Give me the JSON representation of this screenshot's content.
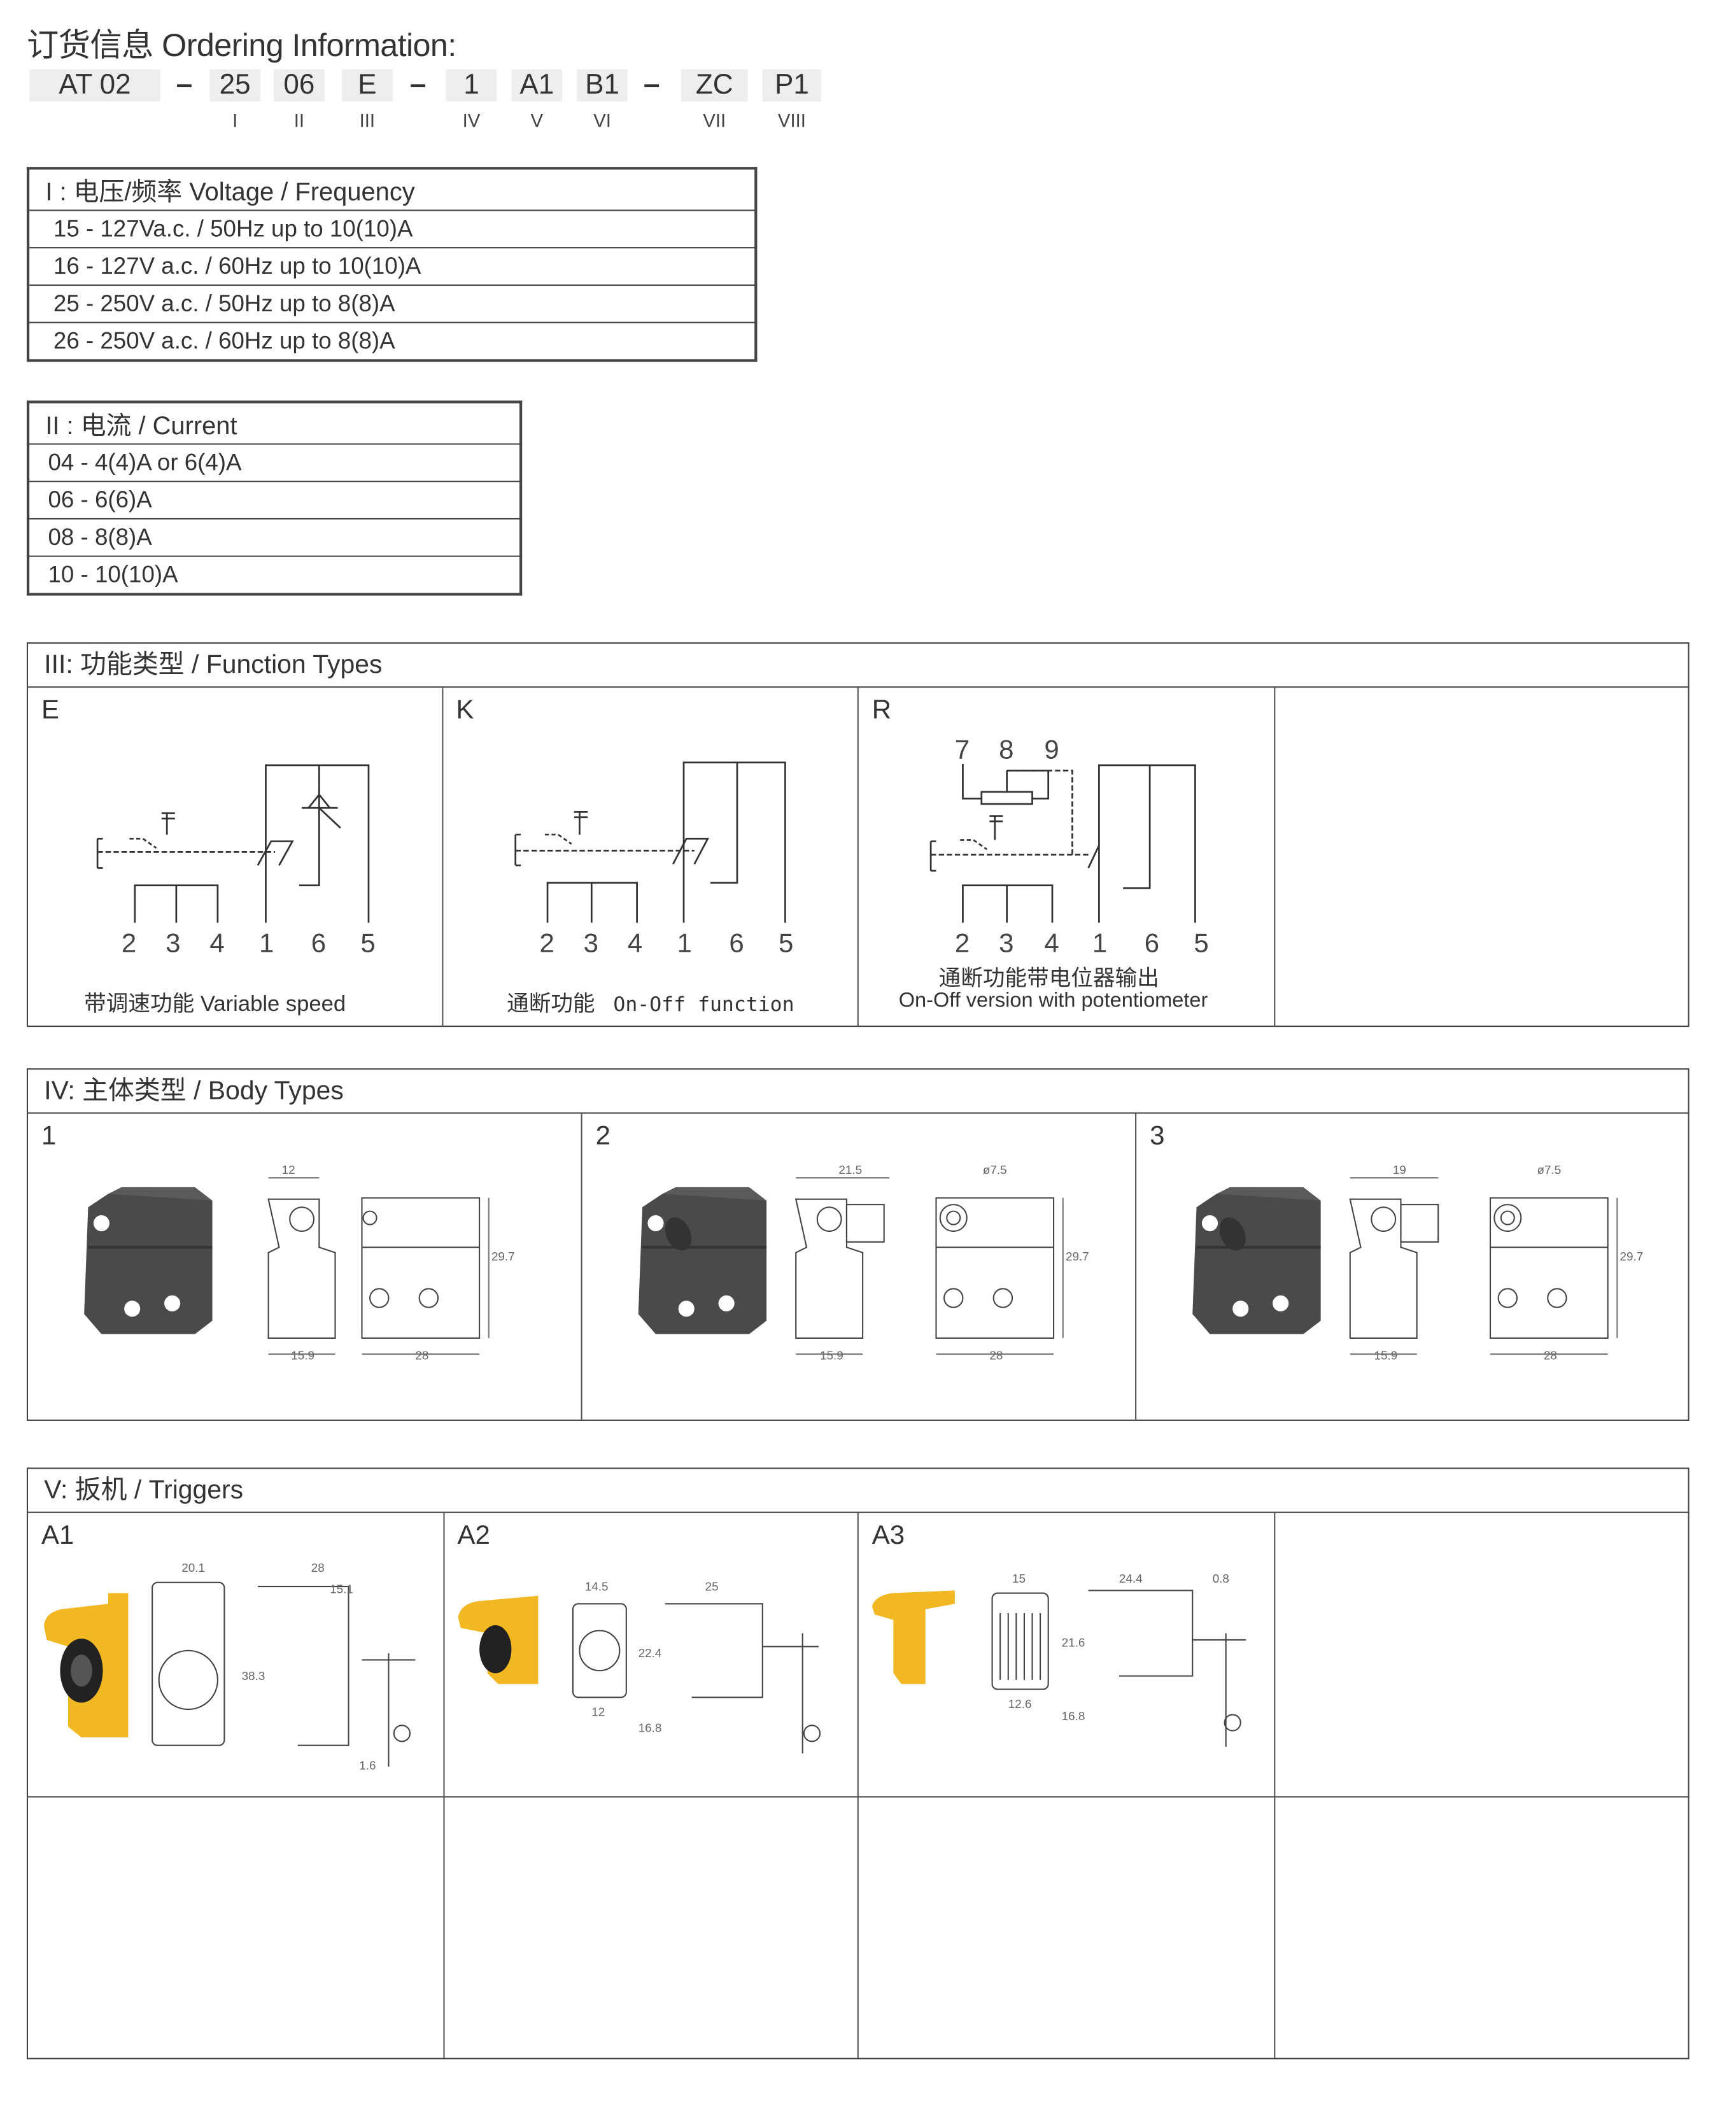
{
  "header": {
    "title": "订货信息  Ordering Information:"
  },
  "code": {
    "parts": [
      "AT 02",
      "25",
      "06",
      "E",
      "1",
      "A1",
      "B1",
      "ZC",
      "P1"
    ],
    "dash": "–",
    "romans": [
      "I",
      "II",
      "III",
      "IV",
      "V",
      "VI",
      "VII",
      "VIII"
    ]
  },
  "voltage": {
    "title": "I : 电压/频率   Voltage / Frequency",
    "rows": [
      "15 - 127Va.c. / 50Hz   up to 10(10)A",
      "16 - 127V a.c.  / 60Hz   up to 10(10)A",
      "25 - 250V a.c.  / 50Hz   up to 8(8)A",
      "26 - 250V a.c.  / 60Hz   up to 8(8)A"
    ]
  },
  "current": {
    "title": "II : 电流 / Current",
    "rows": [
      "04 - 4(4)A  or 6(4)A",
      "06 - 6(6)A",
      "08 - 8(8)A",
      "10 - 10(10)A"
    ]
  },
  "function_types": {
    "title": "III: 功能类型 / Function Types",
    "terminals": [
      "2",
      "3",
      "4",
      "1",
      "6",
      "5"
    ],
    "pot_terminals": [
      "7",
      "8",
      "9"
    ],
    "items": [
      {
        "code": "E",
        "caption": "带调速功能  Variable speed"
      },
      {
        "code": "K",
        "caption_cn": "通断功能",
        "caption_en": "On-Off  function"
      },
      {
        "code": "R",
        "caption_cn": "通断功能带电位器输出",
        "caption_en": "On-Off version with potentiometer"
      }
    ]
  },
  "body_types": {
    "title": "IV: 主体类型 / Body Types",
    "items": [
      {
        "code": "1",
        "dims": {
          "top": "12",
          "height": "29.7",
          "side": "15.9",
          "width": "28"
        }
      },
      {
        "code": "2",
        "dims": {
          "top": "21.5",
          "dia": "ø7.5",
          "height": "29.7",
          "side": "15.9",
          "width": "28"
        }
      },
      {
        "code": "3",
        "dims": {
          "top": "19",
          "dia": "ø7.5",
          "height": "29.7",
          "side": "15.9",
          "width": "28"
        }
      }
    ]
  },
  "triggers": {
    "title": "V: 扳机 / Triggers",
    "items": [
      {
        "code": "A1",
        "dims": {
          "a": "20.1",
          "b": "28",
          "c": "15.1",
          "h": "38.3",
          "d": "1.6"
        }
      },
      {
        "code": "A2",
        "dims": {
          "a": "14.5",
          "b": "25",
          "h": "22.4",
          "w": "12",
          "h2": "16.8"
        }
      },
      {
        "code": "A3",
        "dims": {
          "a": "15",
          "b": "24.4",
          "c": "0.8",
          "h": "21.6",
          "w": "12.6",
          "h2": "16.8"
        }
      }
    ]
  },
  "colors": {
    "trigger_yellow": "#f2b824",
    "body_grey": "#4a4a4a",
    "code_bg": "#eeeeee"
  }
}
